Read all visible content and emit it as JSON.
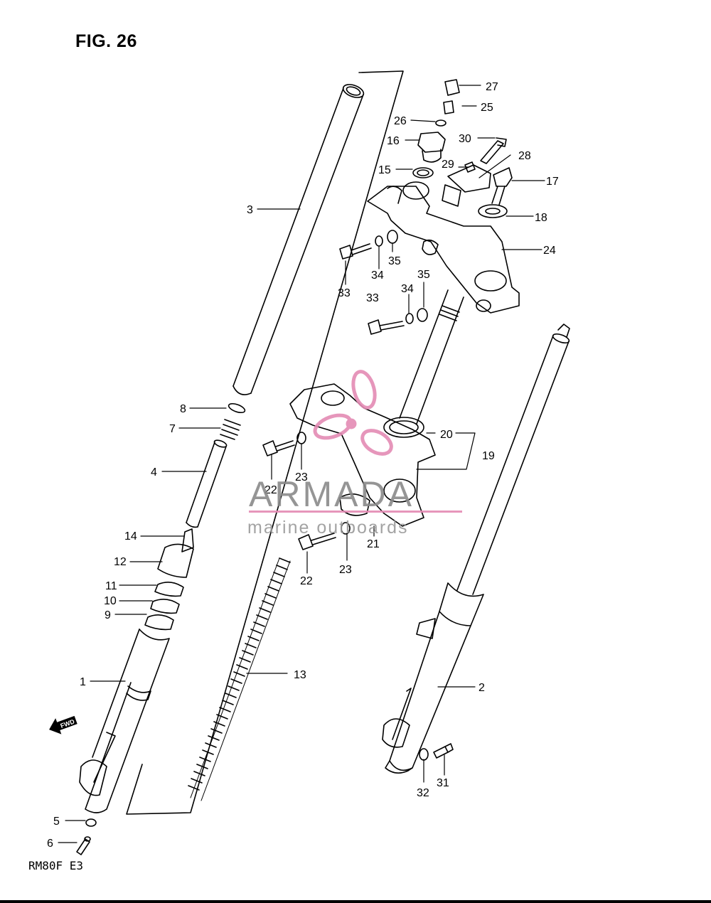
{
  "figure": {
    "title": "FIG. 26",
    "model_code": "RM80F  E3"
  },
  "watermark": {
    "name": "ARMADA",
    "tagline": "marine outboards",
    "logo_color": "#e48bb4",
    "text_color": "#8a8a8a"
  },
  "fwd_arrow": {
    "label": "FWD",
    "icon": "forward-arrow-icon"
  },
  "callouts": [
    {
      "id": "c1",
      "label": "1"
    },
    {
      "id": "c2",
      "label": "2"
    },
    {
      "id": "c3",
      "label": "3"
    },
    {
      "id": "c4",
      "label": "4"
    },
    {
      "id": "c5",
      "label": "5"
    },
    {
      "id": "c6",
      "label": "6"
    },
    {
      "id": "c7",
      "label": "7"
    },
    {
      "id": "c8",
      "label": "8"
    },
    {
      "id": "c9",
      "label": "9"
    },
    {
      "id": "c10",
      "label": "10"
    },
    {
      "id": "c11",
      "label": "11"
    },
    {
      "id": "c12",
      "label": "12"
    },
    {
      "id": "c13",
      "label": "13"
    },
    {
      "id": "c14",
      "label": "14"
    },
    {
      "id": "c15",
      "label": "15"
    },
    {
      "id": "c16",
      "label": "16"
    },
    {
      "id": "c17",
      "label": "17"
    },
    {
      "id": "c18",
      "label": "18"
    },
    {
      "id": "c19",
      "label": "19"
    },
    {
      "id": "c20",
      "label": "20"
    },
    {
      "id": "c21",
      "label": "21"
    },
    {
      "id": "c22a",
      "label": "22"
    },
    {
      "id": "c22b",
      "label": "22"
    },
    {
      "id": "c23a",
      "label": "23"
    },
    {
      "id": "c23b",
      "label": "23"
    },
    {
      "id": "c24",
      "label": "24"
    },
    {
      "id": "c25",
      "label": "25"
    },
    {
      "id": "c26",
      "label": "26"
    },
    {
      "id": "c27",
      "label": "27"
    },
    {
      "id": "c28",
      "label": "28"
    },
    {
      "id": "c29",
      "label": "29"
    },
    {
      "id": "c30",
      "label": "30"
    },
    {
      "id": "c31",
      "label": "31"
    },
    {
      "id": "c32",
      "label": "32"
    },
    {
      "id": "c33a",
      "label": "33"
    },
    {
      "id": "c33b",
      "label": "33"
    },
    {
      "id": "c34a",
      "label": "34"
    },
    {
      "id": "c34b",
      "label": "34"
    },
    {
      "id": "c35a",
      "label": "35"
    },
    {
      "id": "c35b",
      "label": "35"
    }
  ]
}
